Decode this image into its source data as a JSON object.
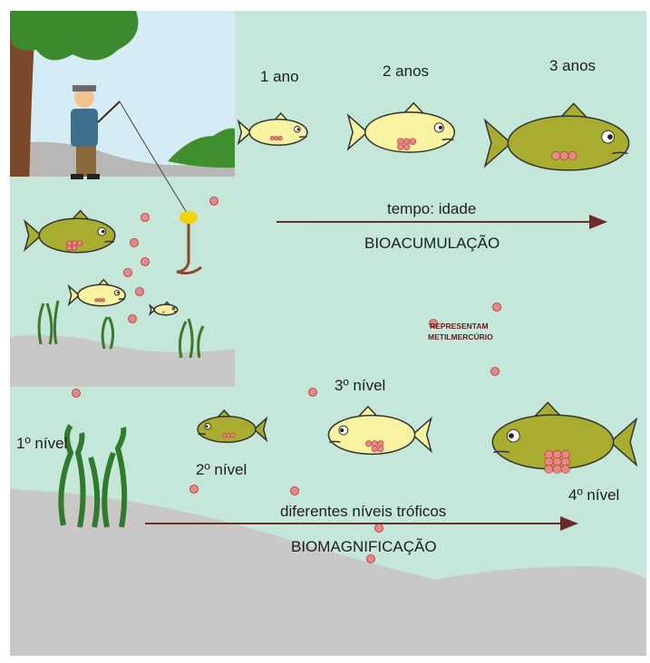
{
  "bioaccumulation": {
    "ages": [
      "1 ano",
      "2 anos",
      "3 anos"
    ],
    "arrow_label": "tempo: idade",
    "process_label": "BIOACUMULAÇÃO"
  },
  "legend": {
    "line1": "REPRESENTAM",
    "line2": "METILMERCÚRIO"
  },
  "biomagnification": {
    "levels": [
      "1º nível",
      "2º nível",
      "3º nível",
      "4º nível"
    ],
    "arrow_label": "diferentes níveis tróficos",
    "process_label": "BIOMAGNIFICAÇÃO"
  },
  "colors": {
    "water": "#c5e7d9",
    "sky": "#d5ecf5",
    "ground": "#c9c8c7",
    "fish_green": "#a9ad2f",
    "fish_yellow": "#f7f3a0",
    "mercury_dot": "#e98787",
    "arrow": "#6b2c2c"
  }
}
